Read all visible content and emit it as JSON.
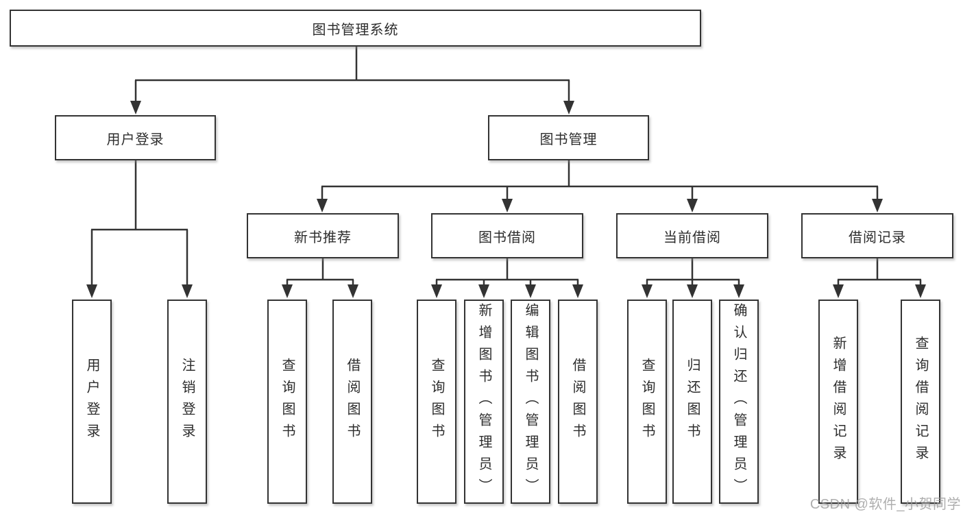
{
  "diagram_title": "图书管理系统",
  "tree": {
    "root": "图书管理系统",
    "children": [
      {
        "label": "用户登录",
        "children": [
          "用户登录",
          "注销登录"
        ]
      },
      {
        "label": "图书管理",
        "children": [
          {
            "label": "新书推荐",
            "children": [
              "查询图书",
              "借阅图书"
            ]
          },
          {
            "label": "图书借阅",
            "children": [
              "查询图书",
              "新增图书（管理员）",
              "编辑图书（管理员）",
              "借阅图书"
            ]
          },
          {
            "label": "当前借阅",
            "children": [
              "查询图书",
              "归还图书",
              "确认归还（管理员）"
            ]
          },
          {
            "label": "借阅记录",
            "children": [
              "新增借阅记录",
              "查询借阅记录"
            ]
          }
        ]
      }
    ]
  },
  "watermark": "CSDN @软件_小贺同学",
  "colors": {
    "line": "#333333",
    "box_border": "#333333",
    "text": "#2d2d2d",
    "background": "#ffffff",
    "watermark": "#9b9b9b"
  }
}
